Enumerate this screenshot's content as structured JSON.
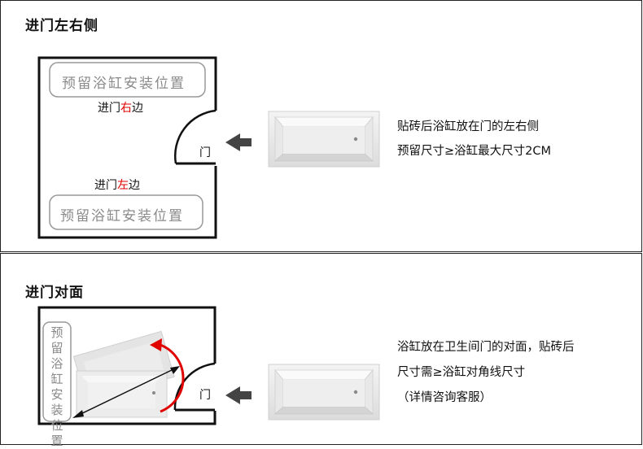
{
  "sections": [
    {
      "title": "进门左右侧",
      "reserved_top": "预留浴缸安装位置",
      "reserved_bottom": "预留浴缸安装位置",
      "door": "门",
      "right_prefix": "进门",
      "right_highlight": "右",
      "right_suffix": "边",
      "left_prefix": "进门",
      "left_highlight": "左",
      "left_suffix": "边",
      "desc_lines": [
        "贴砖后浴缸放在门的左右侧",
        "预留尺寸≥浴缸最大尺寸2CM"
      ]
    },
    {
      "title": "进门对面",
      "reserved_vertical": "预留浴缸安装位置",
      "door": "门",
      "desc_lines": [
        "浴缸放在卫生间门的对面，贴砖后",
        "尺寸需≥浴缸对角线尺寸",
        "（详情咨询客服）"
      ]
    }
  ],
  "colors": {
    "highlight": "#e00000",
    "arrow": "#444444",
    "wall": "#111111"
  },
  "icons": [
    "arrow-left-icon",
    "bathtub-image",
    "rotation-arrow-icon",
    "diagonal-arrow-icon"
  ]
}
